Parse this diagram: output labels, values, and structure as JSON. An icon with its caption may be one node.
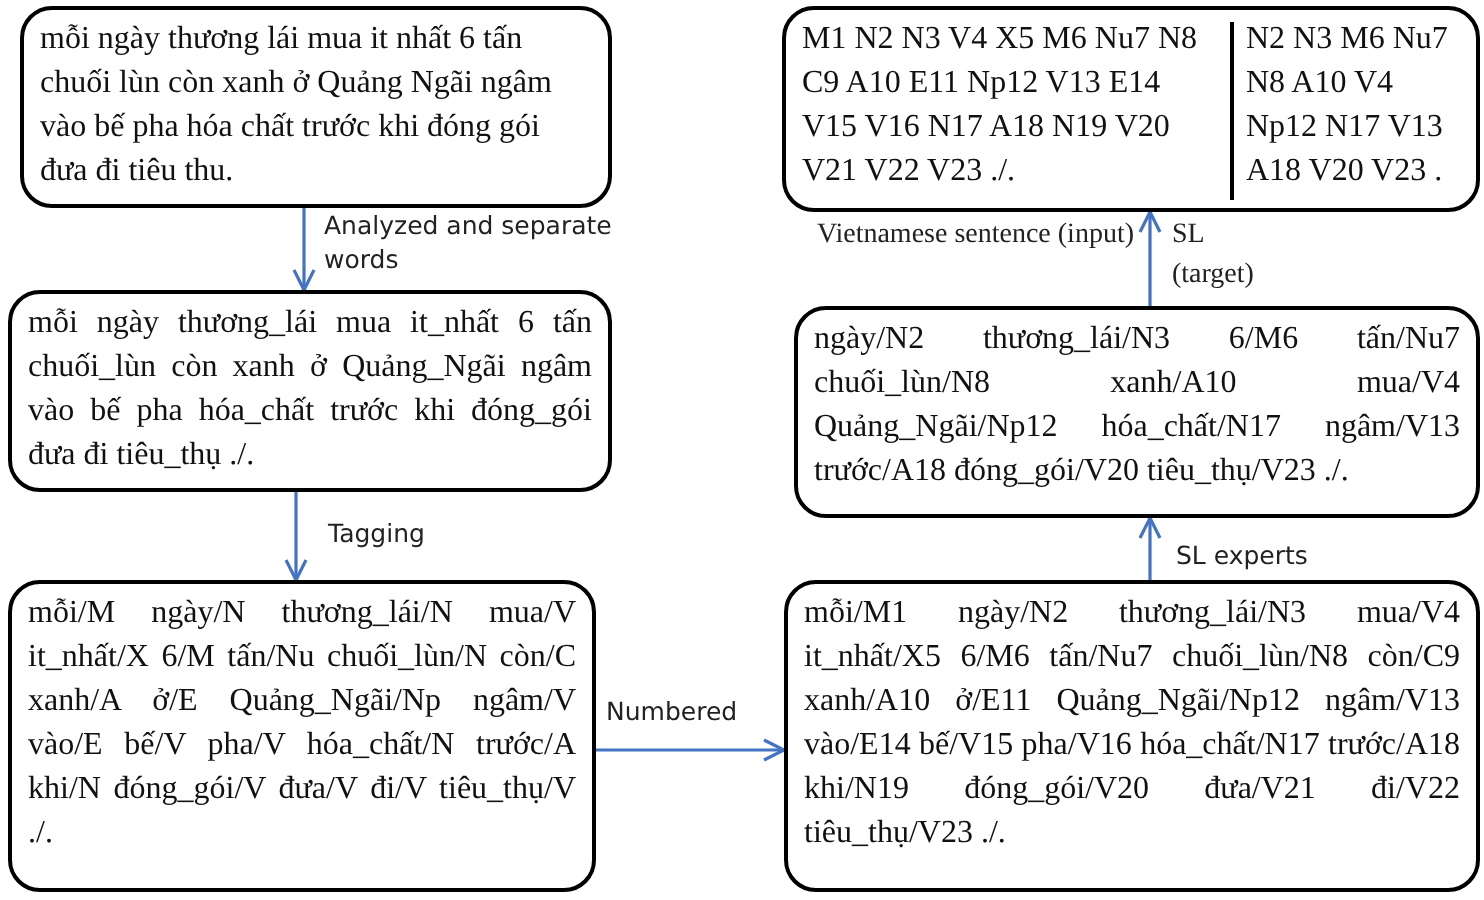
{
  "diagram": {
    "nodes": [
      {
        "text": [
          "mỗi ngày thương lái mua it nhất 6 tấn chuối lùn còn xanh ở Quảng Ngãi ngâm vào bế pha hóa chất trước khi đóng gói đưa đi tiêu thu."
        ]
      },
      {
        "text": [
          "mỗi ngày thương_lái mua it_nhất 6 tấn chuối_lùn còn xanh ở Quảng_Ngãi ngâm vào bế pha hóa_chất trước khi đóng_gói đưa đi tiêu_thụ ./."
        ]
      },
      {
        "text": [
          "mỗi/M ngày/N thương_lái/N mua/V it_nhất/X 6/M tấn/Nu chuối_lùn/N còn/C xanh/A ở/E Quảng_Ngãi/Np ngâm/V vào/E bế/V pha/V hóa_chất/N trước/A khi/N đóng_gói/V đưa/V đi/V tiêu_thụ/V ./."
        ]
      },
      {
        "text": [
          "mỗi/M1 ngày/N2 thương_lái/N3 mua/V4 it_nhất/X5 6/M6 tấn/Nu7 chuối_lùn/N8 còn/C9 xanh/A10 ở/E11 Quảng_Ngãi/Np12 ngâm/V13 vào/E14 bế/V15 pha/V16 hóa_chất/N17 trước/A18 khi/N19 đóng_gói/V20 đưa/V21 đi/V22 tiêu_thụ/V23 ./."
        ]
      },
      {
        "text": [
          "ngày/N2 thương_lái/N3 6/M6 tấn/Nu7 chuối_lùn/N8 xanh/A10 mua/V4 Quảng_Ngãi/Np12 hóa_chất/N17 ngâm/V13 trước/A18 đóng_gói/V20 tiêu_thụ/V23 ./."
        ]
      },
      {
        "text": [
          "M1 N2 N3 V4 X5 M6 Nu7 N8 C9 A10 E11 Np12 V13 E14 V15 V16 N17 A18 N19 V20 V21 V22 V23 ./.",
          "N2 N3 M6 Nu7 N8 A10 V4 Np12 N17 V13 A18 V20 V23 ."
        ]
      }
    ],
    "edges": [
      {
        "from": 0,
        "to": 1,
        "arrow": "to",
        "label": "Analyzed and separate words"
      },
      {
        "from": 1,
        "to": 2,
        "arrow": "to",
        "label": "Tagging"
      },
      {
        "from": 2,
        "to": 3,
        "arrow": "to",
        "label": "Numbered"
      },
      {
        "from": 3,
        "to": 4,
        "arrow": "to",
        "label": "SL experts"
      },
      {
        "from": 4,
        "to": 5,
        "arrow": "to"
      }
    ],
    "labels": [
      "Vietnamese sentence (input)",
      "SL (target)"
    ]
  }
}
